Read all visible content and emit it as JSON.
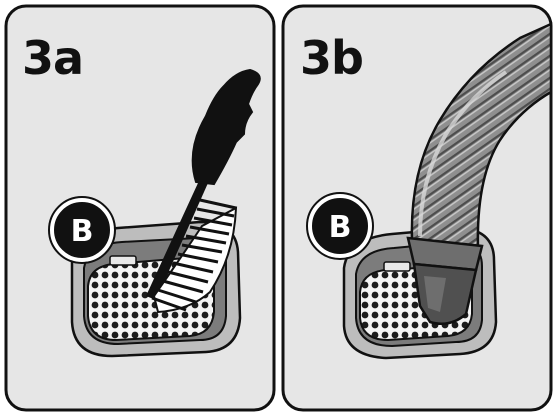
{
  "panels": [
    {
      "label": "3a",
      "badge": "B",
      "tool": "brush"
    },
    {
      "label": "3b",
      "badge": "B",
      "tool": "vacuum-hose"
    }
  ],
  "colors": {
    "panel_bg": "#e6e6e6",
    "outline": "#111111",
    "filter_frame": "#b9b9b9",
    "filter_mesh": "#f2f2f2",
    "hose": "#8a8a8a",
    "hose_ridge": "#5a5a5a"
  }
}
